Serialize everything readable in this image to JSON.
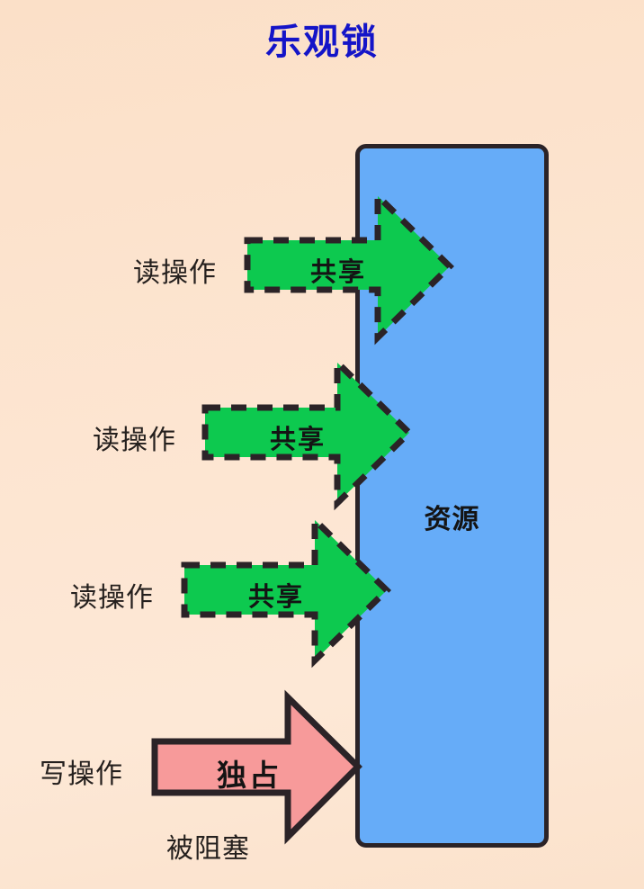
{
  "title": "乐观锁",
  "colors": {
    "title": "#1414c8",
    "background_top": "#fbe0c8",
    "background_bottom": "#fbe2cc",
    "resource_fill": "#66acf8",
    "outline": "#2b2327",
    "shared_arrow_fill": "#0dc94f",
    "exclusive_arrow_fill": "#f79a9a",
    "label_text": "#25201e"
  },
  "resource": {
    "label": "资源"
  },
  "flows": [
    {
      "id": "read-1",
      "side_label": "读操作",
      "arrow_label": "共享",
      "arrow_kind": "shared",
      "border_style": "dashed",
      "status": ""
    },
    {
      "id": "read-2",
      "side_label": "读操作",
      "arrow_label": "共享",
      "arrow_kind": "shared",
      "border_style": "dashed",
      "status": ""
    },
    {
      "id": "read-3",
      "side_label": "读操作",
      "arrow_label": "共享",
      "arrow_kind": "shared",
      "border_style": "dashed",
      "status": ""
    },
    {
      "id": "write-1",
      "side_label": "写操作",
      "arrow_label": "独占",
      "arrow_kind": "exclusive",
      "border_style": "solid",
      "status": "被阻塞"
    }
  ]
}
